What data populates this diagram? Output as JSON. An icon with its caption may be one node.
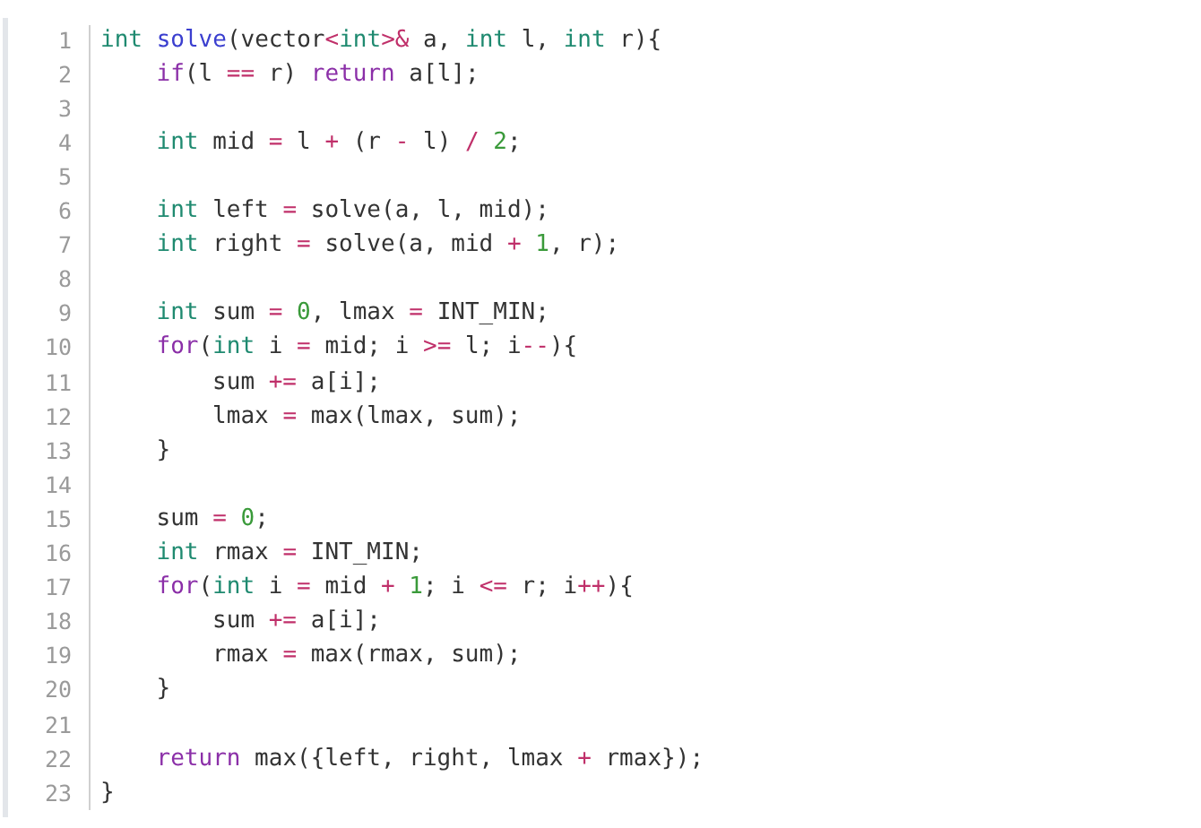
{
  "diagram": {
    "labels": [
      "1",
      "int solve(vector<int>& a, int l, int r){",
      "2",
      "if(l == r) return a[l];",
      "3",
      "4",
      "int mid = l + (r - l) / 2;",
      "5",
      "6",
      "int left = solve(a, l, mid);",
      "7",
      "int right = solve(a, mid + 1, r);",
      "8",
      "9",
      "int sum = 0, lmax = INT_MIN;",
      "10",
      "for(int i = mid; i >= l; i--){",
      "11",
      "sum += a[i];",
      "12",
      "lmax = max(lmax, sum);",
      "13",
      "}",
      "14",
      "15",
      "sum = 0;",
      "16",
      "int rmax = INT_MIN;",
      "17",
      "for(int i = mid + 1; i <= r; i++){",
      "18",
      "sum += a[i];",
      "19",
      "rmax = max(rmax, sum);",
      "20",
      "}",
      "21",
      "22",
      "return max({left, right, lmax + rmax});",
      "23",
      "}"
    ]
  }
}
